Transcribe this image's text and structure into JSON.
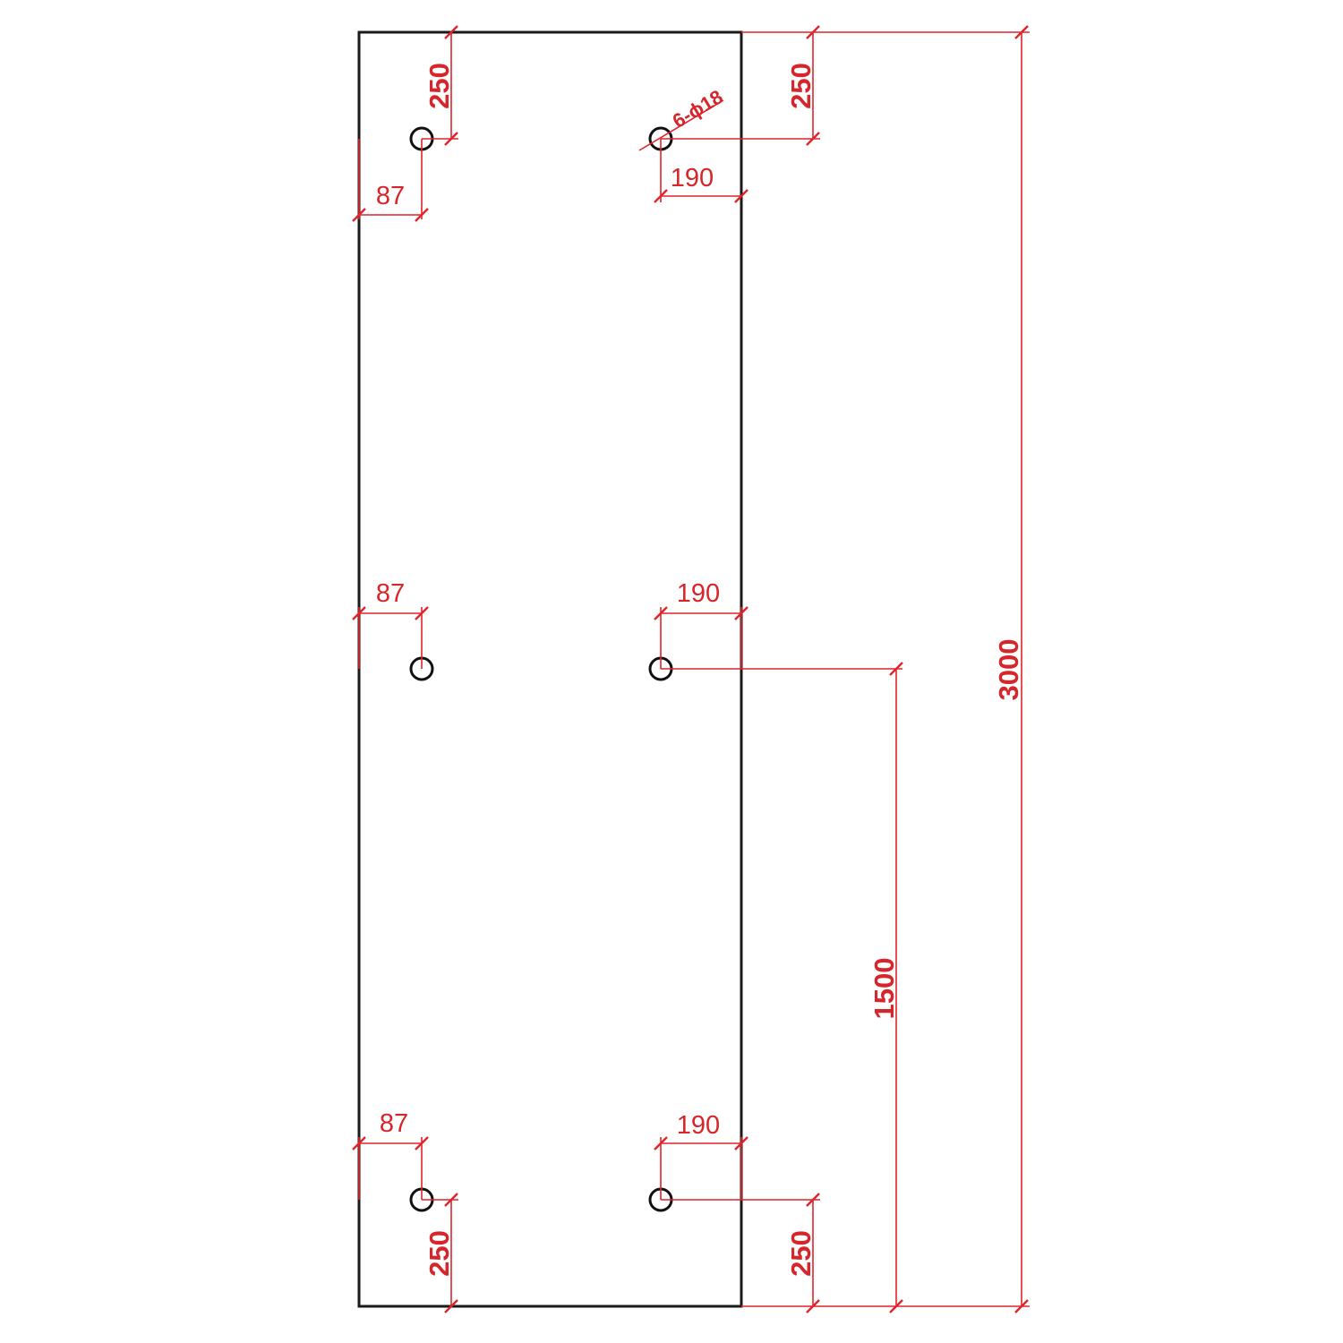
{
  "drawing": {
    "hole_callout": "6-ϕ18",
    "colors": {
      "outline": "#1a1a1a",
      "dimension": "#e0242a"
    },
    "dimensions": {
      "overall_height": "3000",
      "middle_row_height": "1500",
      "top_offset_left": "250",
      "top_offset_right": "250",
      "bottom_offset_left": "250",
      "bottom_offset_right": "250",
      "left_offset_top": "87",
      "left_offset_middle": "87",
      "left_offset_bottom": "87",
      "right_offset_top": "190",
      "right_offset_middle": "190",
      "right_offset_bottom": "190"
    }
  }
}
